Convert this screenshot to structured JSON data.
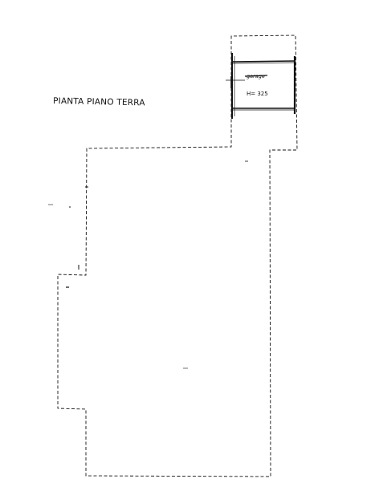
{
  "drawing": {
    "title": "PIANTA PIANO TERRA",
    "room_label": "garage",
    "room_height": "H= 325"
  },
  "colors": {
    "line": "#111111",
    "background": "#ffffff"
  }
}
